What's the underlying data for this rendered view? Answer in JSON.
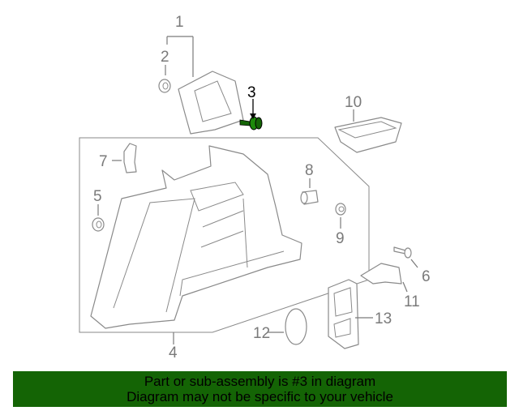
{
  "callouts": {
    "c1": "1",
    "c2": "2",
    "c3": "3",
    "c4": "4",
    "c5": "5",
    "c6": "6",
    "c7": "7",
    "c8": "8",
    "c9": "9",
    "c10": "10",
    "c11": "11",
    "c12": "12",
    "c13": "13"
  },
  "highlight_color": "#146405",
  "banner": {
    "line1": "Part or sub-assembly is #3 in diagram",
    "line2": "Diagram may not be specific to your vehicle"
  }
}
